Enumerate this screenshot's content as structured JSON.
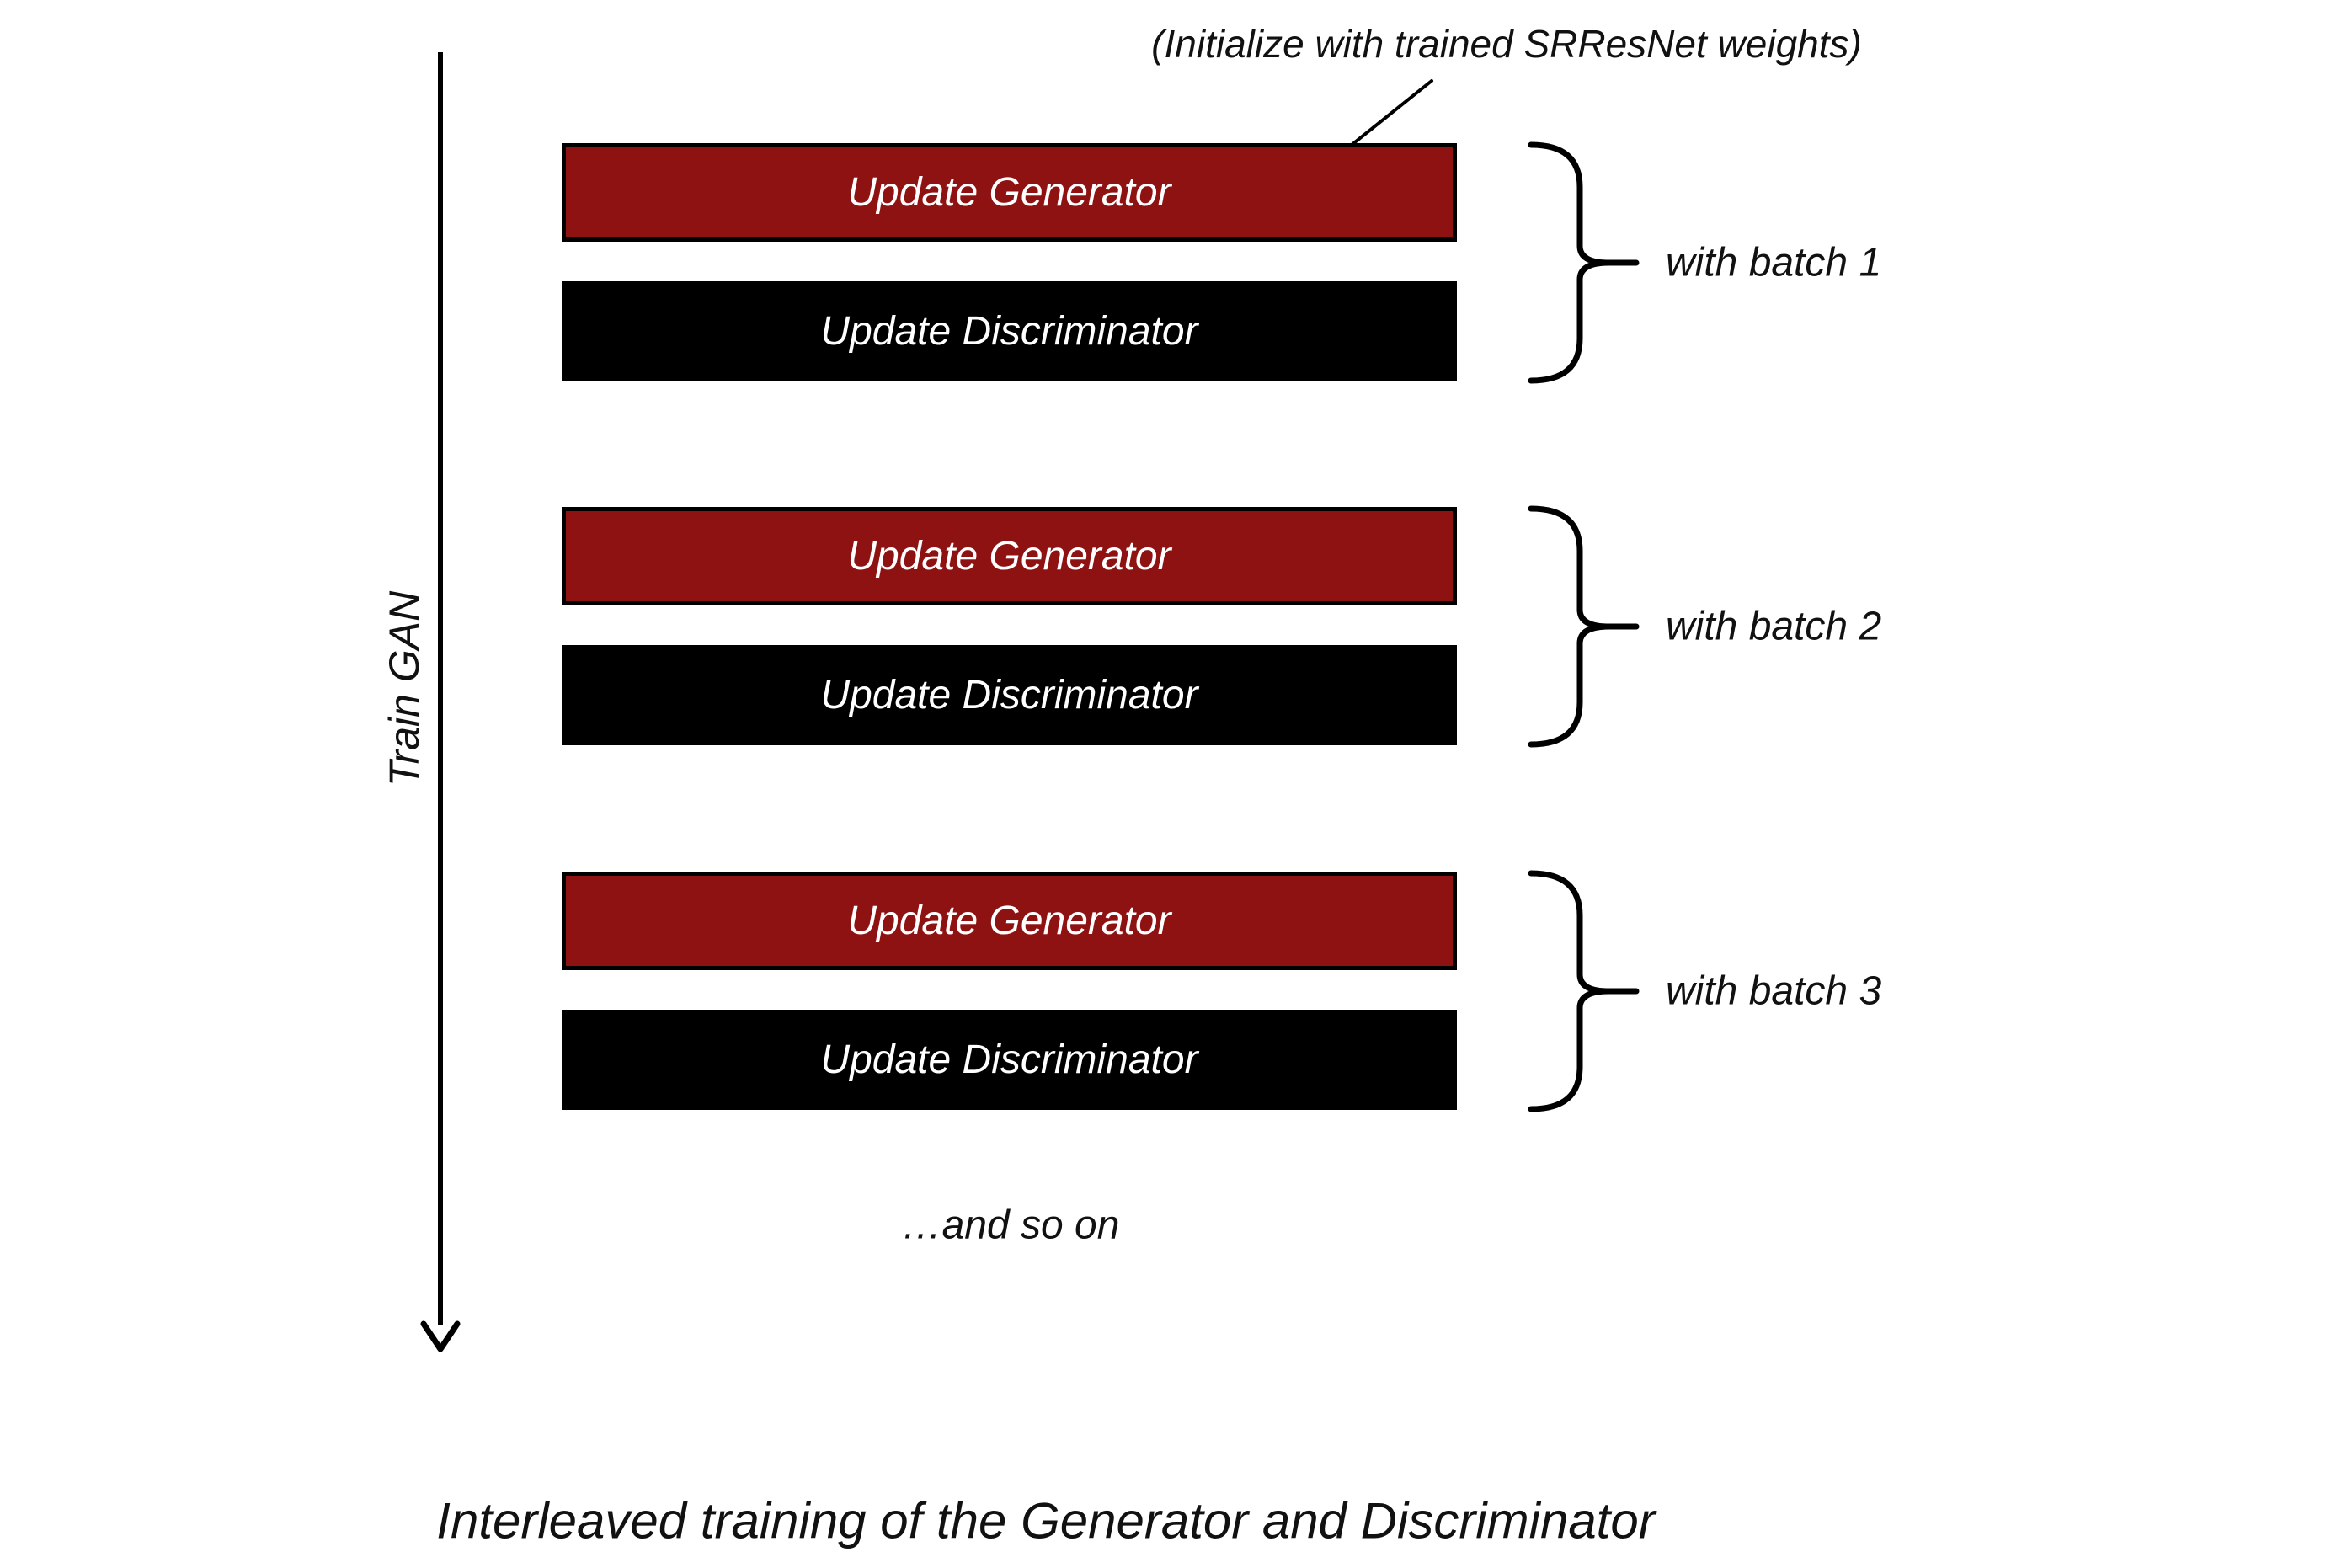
{
  "title": "Interleaved training of the Generator and Discriminator",
  "axis": {
    "label": "Train GAN",
    "icon": "down-arrow-icon"
  },
  "annotation": {
    "text": "(Initialize with trained SRResNet weights)",
    "icon": "leader-line"
  },
  "batches": [
    {
      "generator": "Update Generator",
      "discriminator": "Update Discriminator",
      "label": "with batch 1",
      "icon": "curly-brace-icon"
    },
    {
      "generator": "Update Generator",
      "discriminator": "Update Discriminator",
      "label": "with batch 2",
      "icon": "curly-brace-icon"
    },
    {
      "generator": "Update Generator",
      "discriminator": "Update Discriminator",
      "label": "with batch 3",
      "icon": "curly-brace-icon"
    }
  ],
  "continuation": "…and so on",
  "colors": {
    "generator_fill": "#8E1212",
    "discriminator_fill": "#000000",
    "box_text": "#FFFFFF",
    "line": "#000000",
    "background": "#FFFFFF"
  }
}
